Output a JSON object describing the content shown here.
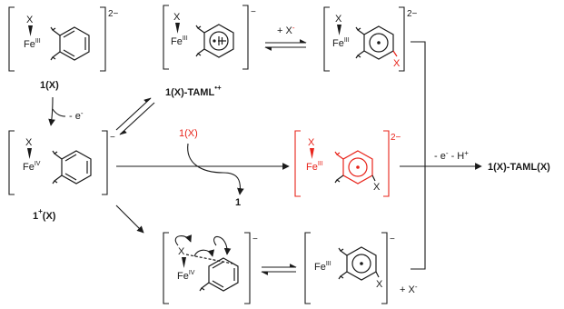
{
  "atoms": {
    "x": "X",
    "fe": "Fe",
    "ox3": "III",
    "ox4": "IV"
  },
  "charges": {
    "two_minus": "2−",
    "minus": "−"
  },
  "labels": {
    "cmpd_1x": "1(X)",
    "cmpd_radical": "1(X)-TAML",
    "radical_sup": "•+",
    "cmpd_1plus_pre": "1",
    "cmpd_1plus_sup": "+",
    "cmpd_1plus_post": "(X)",
    "cmpd_1": "1",
    "product": "1(X)-TAML(X)"
  },
  "reagents": {
    "minus_e": "- e",
    "e_sup": "-",
    "plus_x": "+ X",
    "x_sup": "-",
    "minus_e_h": "- e",
    "minus_e_h_mid": " - H",
    "h_sup": "+",
    "plus_x_bottom": "+ X",
    "x_sup_bottom": "-"
  },
  "colors": {
    "accent_red": "#e8231a",
    "ink": "#1a1a1a"
  }
}
